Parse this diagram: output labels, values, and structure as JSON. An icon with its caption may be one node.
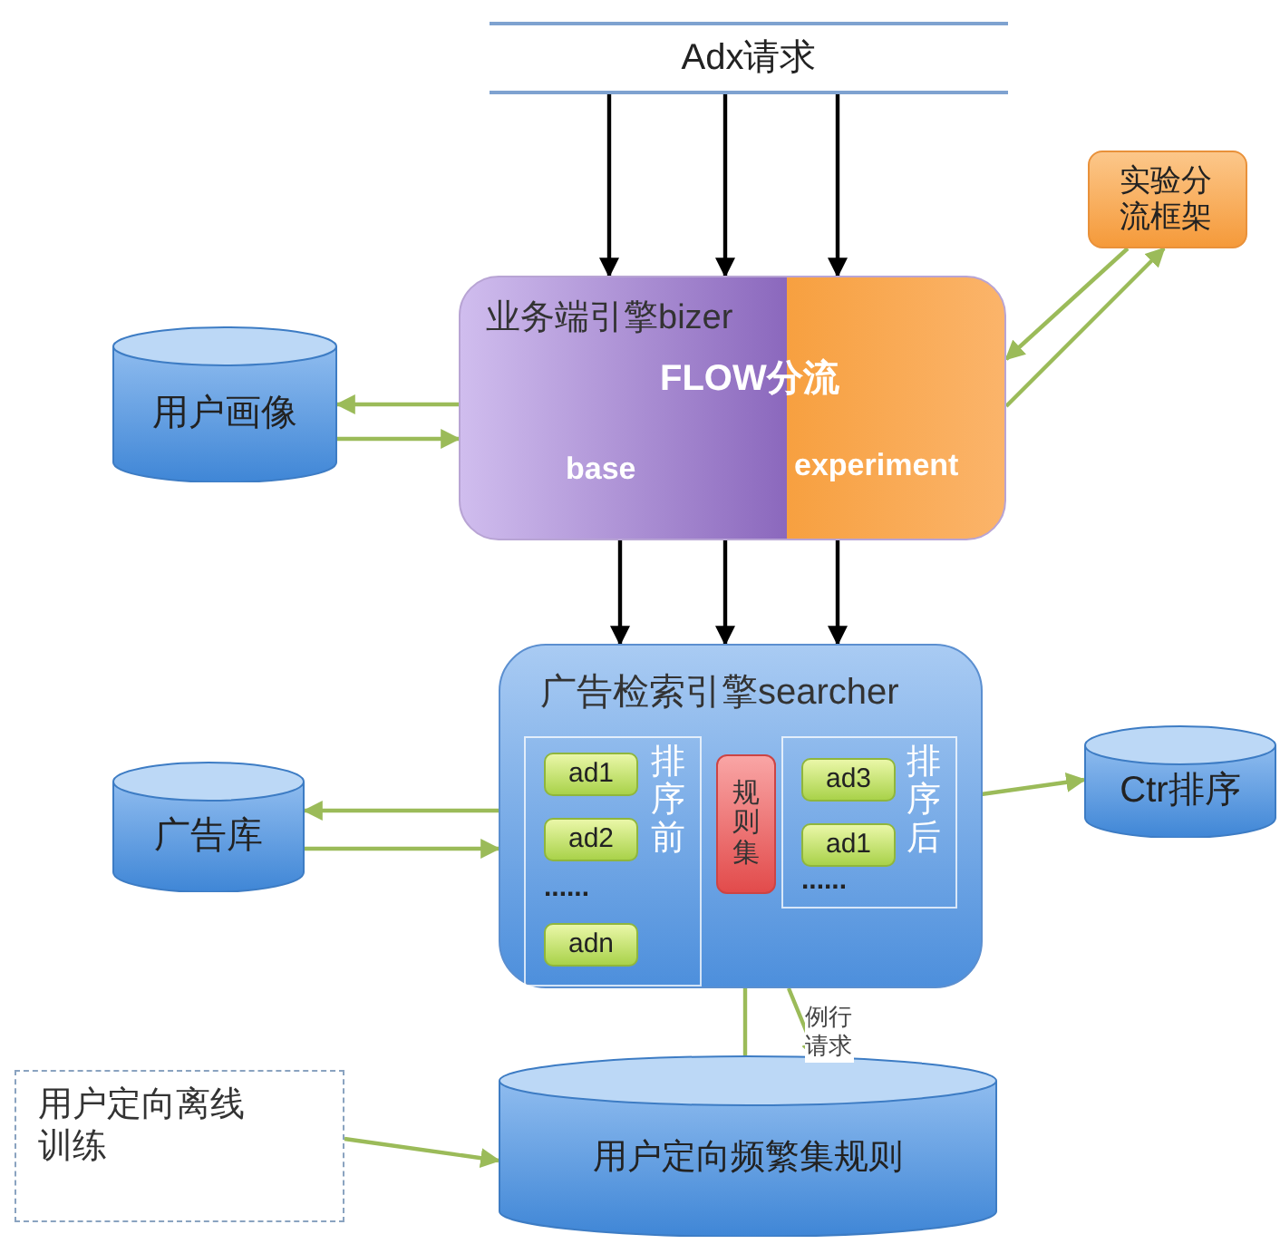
{
  "diagram": {
    "nodes": [
      {
        "text": [
          "Adx请求"
        ]
      },
      {
        "text": [
          "实验分流框架"
        ]
      },
      {
        "text": [
          "业务端引擎bizer",
          "FLOW分流",
          "base",
          "experiment"
        ]
      },
      {
        "text": [
          "用户画像"
        ]
      },
      {
        "text": [
          "广告检索引擎searcher"
        ]
      },
      {
        "text": [
          "排序前",
          "......"
        ],
        "in": 4
      },
      {
        "text": [
          "ad1"
        ],
        "in": 5
      },
      {
        "text": [
          "ad2"
        ],
        "in": 5
      },
      {
        "text": [
          "adn"
        ],
        "in": 5
      },
      {
        "text": [
          "规则集"
        ],
        "in": 4
      },
      {
        "text": [
          "排序后",
          "......"
        ],
        "in": 4
      },
      {
        "text": [
          "ad3"
        ],
        "in": 10
      },
      {
        "text": [
          "ad1"
        ],
        "in": 10
      },
      {
        "text": [
          "广告库"
        ]
      },
      {
        "text": [
          "Ctr排序"
        ]
      },
      {
        "text": [
          "用户定向离线训练"
        ]
      },
      {
        "text": [
          "用户定向频繁集规则"
        ]
      }
    ],
    "edges": [
      {
        "from": 0,
        "to": 2,
        "arrow": "to",
        "color": "#000000"
      },
      {
        "from": 0,
        "to": 2,
        "arrow": "to",
        "color": "#000000"
      },
      {
        "from": 0,
        "to": 2,
        "arrow": "to",
        "color": "#000000"
      },
      {
        "from": 2,
        "to": 4,
        "arrow": "to",
        "color": "#000000"
      },
      {
        "from": 2,
        "to": 4,
        "arrow": "to",
        "color": "#000000"
      },
      {
        "from": 2,
        "to": 4,
        "arrow": "to",
        "color": "#000000"
      },
      {
        "from": 1,
        "to": 2,
        "arrow": "to"
      },
      {
        "from": 2,
        "to": 1,
        "arrow": "to"
      },
      {
        "from": 2,
        "to": 3,
        "arrow": "to"
      },
      {
        "from": 3,
        "to": 2,
        "arrow": "to"
      },
      {
        "from": 4,
        "to": 13,
        "arrow": "to"
      },
      {
        "from": 13,
        "to": 4,
        "arrow": "to"
      },
      {
        "from": 10,
        "to": 14,
        "arrow": "to"
      },
      {
        "from": 16,
        "to": 9,
        "arrow": "to"
      },
      {
        "from": 4,
        "to": 16,
        "arrow": "to",
        "label": "例行请求"
      },
      {
        "from": 15,
        "to": 16,
        "arrow": "to"
      }
    ]
  }
}
